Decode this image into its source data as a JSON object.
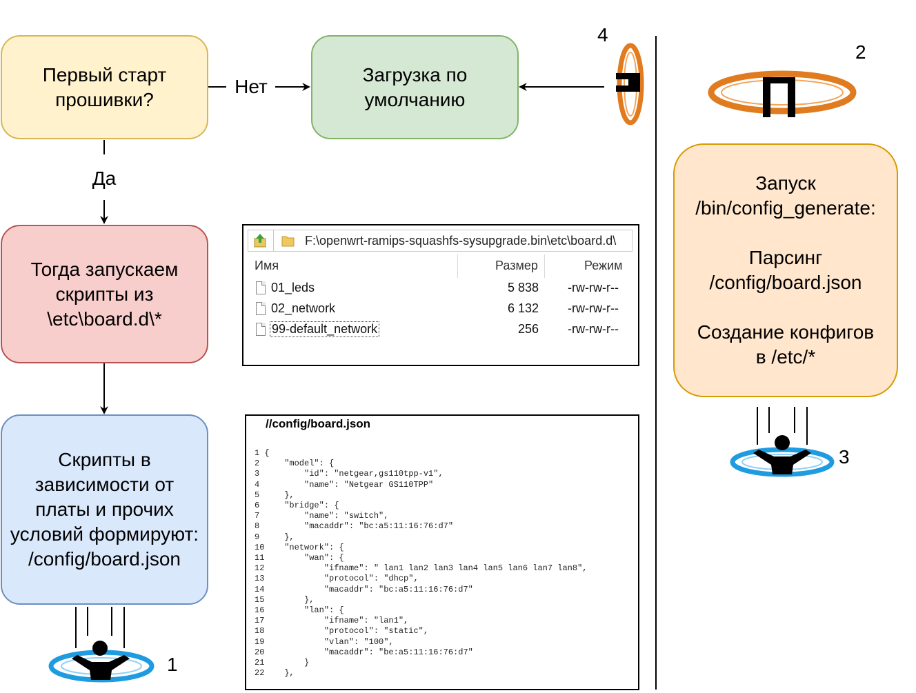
{
  "flow": {
    "first_start": "Первый старт\nпрошивки?",
    "default_load": "Загрузка по\nумолчанию",
    "run_scripts": "Тогда запускаем\nскрипты из\n\\etc\\board.d\\*",
    "scripts_form": "Скрипты в\nзависимости от\nплаты и прочих\nусловий формируют:\n/config/board.json",
    "config_generate": "Запуск\n/bin/config_generate:\n\nПарсинг\n/config/board.json\n\nСоздание конфигов\nв /etc/*",
    "no_label": "Нет",
    "yes_label": "Да"
  },
  "step_numbers": {
    "n1": "1",
    "n2": "2",
    "n3": "3",
    "n4": "4"
  },
  "colors": {
    "yellow_fill": "#fff2cc",
    "yellow_stroke": "#d6b656",
    "green_fill": "#d5e8d4",
    "green_stroke": "#82b366",
    "red_fill": "#f8cecc",
    "red_stroke": "#b85450",
    "blue_fill": "#dae8fc",
    "blue_stroke": "#6c8ebf",
    "orange_fill": "#ffe6cc",
    "orange_stroke": "#d79b00",
    "portal_orange": "#e07b1f",
    "portal_blue": "#1f9be0"
  },
  "explorer": {
    "path": "F:\\openwrt-ramips-squashfs-sysupgrade.bin\\etc\\board.d\\",
    "columns": [
      "Имя",
      "Размер",
      "Режим"
    ],
    "files": [
      {
        "name": "01_leds",
        "size": "5 838",
        "mode": "-rw-rw-r--"
      },
      {
        "name": "02_network",
        "size": "6 132",
        "mode": "-rw-rw-r--"
      },
      {
        "name": "99-default_network",
        "size": "256",
        "mode": "-rw-rw-r--"
      }
    ]
  },
  "code": {
    "title": "//config/board.json",
    "text": "1 {\n2     \"model\": {\n3         \"id\": \"netgear,gs110tpp-v1\",\n4         \"name\": \"Netgear GS110TPP\"\n5     },\n6     \"bridge\": {\n7         \"name\": \"switch\",\n8         \"macaddr\": \"bc:a5:11:16:76:d7\"\n9     },\n10    \"network\": {\n11        \"wan\": {\n12            \"ifname\": \" lan1 lan2 lan3 lan4 lan5 lan6 lan7 lan8\",\n13            \"protocol\": \"dhcp\",\n14            \"macaddr\": \"bc:a5:11:16:76:d7\"\n15        },\n16        \"lan\": {\n17            \"ifname\": \"lan1\",\n18            \"protocol\": \"static\",\n19            \"vlan\": \"100\",\n20            \"macaddr\": \"be:a5:11:16:76:d7\"\n21        }\n22    },"
  }
}
